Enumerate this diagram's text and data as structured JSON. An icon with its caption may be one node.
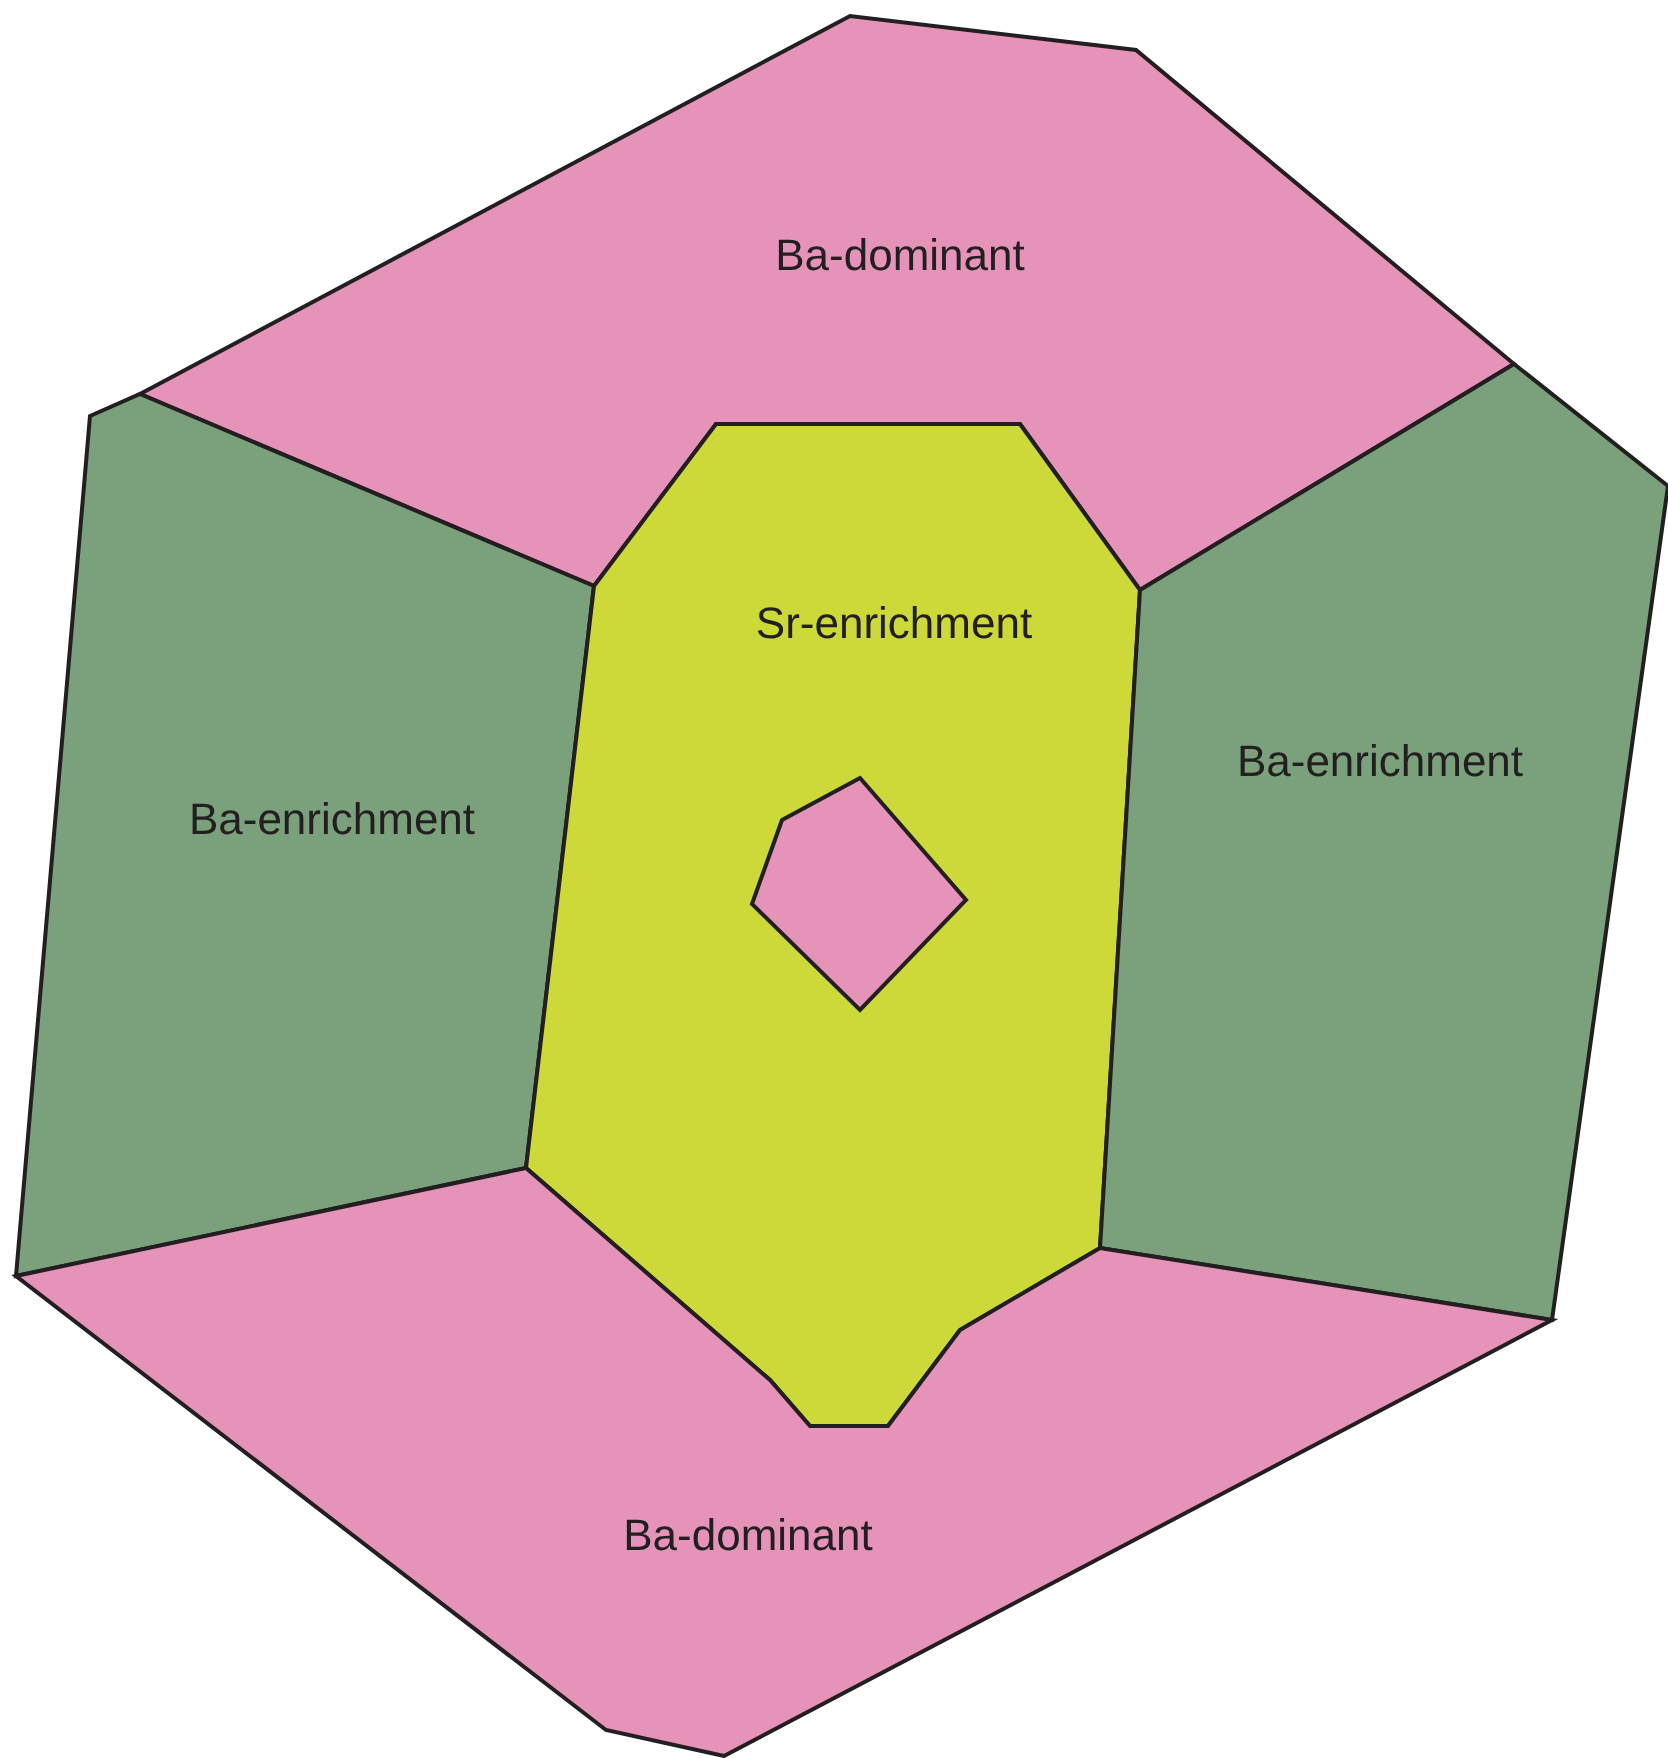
{
  "diagram": {
    "nodes": [
      {
        "text": [
          "Ba-dominant"
        ]
      },
      {
        "text": [
          "Ba-enrichment"
        ]
      },
      {
        "text": [
          "Sr-enrichment"
        ]
      },
      {
        "text": [],
        "shape": "diamond",
        "in": 2
      },
      {
        "text": [
          "Ba-enrichment"
        ]
      },
      {
        "text": [
          "Ba-dominant"
        ]
      }
    ]
  }
}
